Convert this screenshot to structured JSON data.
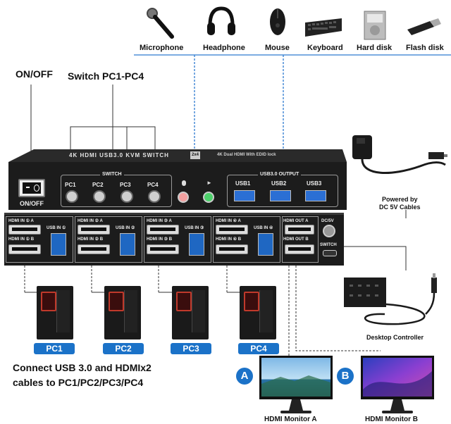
{
  "peripherals": {
    "microphone": "Microphone",
    "headphone": "Headphone",
    "mouse": "Mouse",
    "keyboard": "Keyboard",
    "hard_disk": "Hard disk",
    "flash_disk": "Flash disk"
  },
  "callouts": {
    "on_off": "ON/OFF",
    "switch_pc": "Switch PC1-PC4",
    "power_line1": "Powered by",
    "power_line2": "DC 5V Cables",
    "desktop_controller": "Desktop Controller",
    "connect_line1": "Connect USB 3.0 and HDMIx2",
    "connect_line2": "cables to PC1/PC2/PC3/PC4"
  },
  "device_front": {
    "title": "4K HDMI USB3.0 KVM SWITCH",
    "subtitle": "4K Dual HDMI With EDID lock",
    "badge": "2x4",
    "onoff_label": "ON/OFF",
    "switch_group": "SWITCH",
    "buttons": [
      "PC1",
      "PC2",
      "PC3",
      "PC4"
    ],
    "usb_group": "USB3.0 OUTPUT",
    "usb_ports": [
      "USB1",
      "USB2",
      "USB3"
    ]
  },
  "device_back": {
    "groups": [
      {
        "hdmi_a": "HDMI IN ① A",
        "hdmi_b": "HDMI IN ① B",
        "usb": "USB IN ①"
      },
      {
        "hdmi_a": "HDMI IN ② A",
        "hdmi_b": "HDMI IN ② B",
        "usb": "USB IN ②"
      },
      {
        "hdmi_a": "HDMI IN ③ A",
        "hdmi_b": "HDMI IN ③ B",
        "usb": "USB IN ③"
      },
      {
        "hdmi_a": "HDMI IN ④ A",
        "hdmi_b": "HDMI IN ④ B",
        "usb": "USB IN ④"
      }
    ],
    "out_a": "HDMI OUT A",
    "out_b": "HDMI OUT B",
    "dc": "DC/5V",
    "switch": "SWITCH"
  },
  "pcs": [
    "PC1",
    "PC2",
    "PC3",
    "PC4"
  ],
  "monitors": [
    {
      "badge": "A",
      "label": "HDMI Monitor A"
    },
    {
      "badge": "B",
      "label": "HDMI Monitor B"
    }
  ],
  "colors": {
    "accent": "#1b72c8",
    "usb_blue": "#1f67c2",
    "device": "#1c1c1c"
  }
}
